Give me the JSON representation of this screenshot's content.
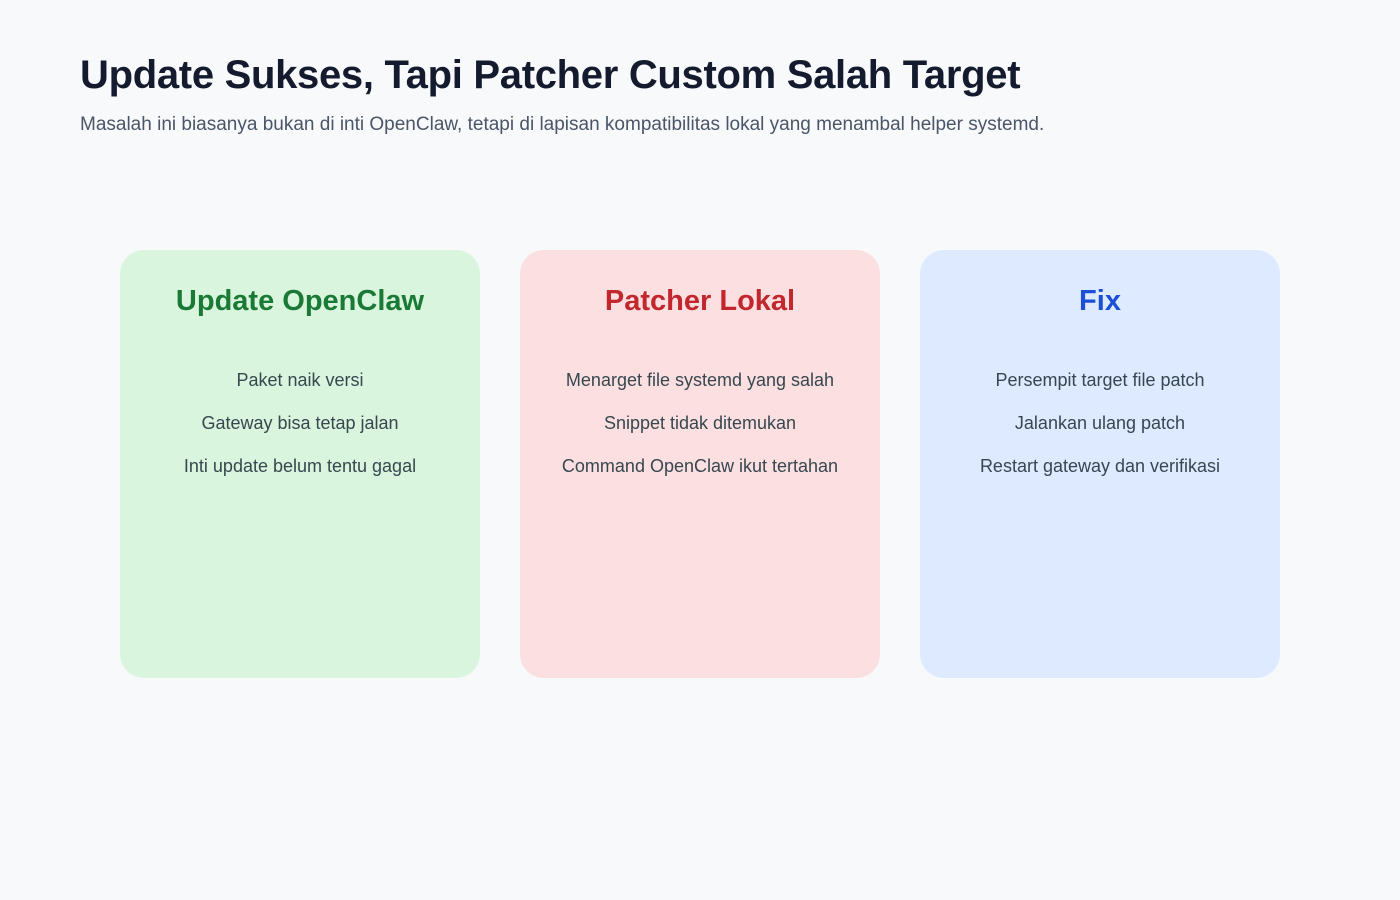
{
  "header": {
    "title": "Update Sukses, Tapi Patcher Custom Salah Target",
    "subtitle": "Masalah ini biasanya bukan di inti OpenClaw, tetapi di lapisan kompatibilitas lokal yang menambal helper systemd."
  },
  "theme": {
    "page_background": "#f8f9fb",
    "title_color": "#151b2e",
    "subtitle_color": "#4a5568",
    "body_text_color": "#37474f"
  },
  "cards": [
    {
      "id": "update-openclaw",
      "title": "Update OpenClaw",
      "accent_color": "#1a7a35",
      "background_color": "#d9f5de",
      "items": [
        "Paket naik versi",
        "Gateway bisa tetap jalan",
        "Inti update belum tentu gagal"
      ]
    },
    {
      "id": "patcher-lokal",
      "title": "Patcher Lokal",
      "accent_color": "#c1272d",
      "background_color": "#fcdfe0",
      "items": [
        "Menarget file systemd yang salah",
        "Snippet tidak ditemukan",
        "Command OpenClaw ikut tertahan"
      ]
    },
    {
      "id": "fix",
      "title": "Fix",
      "accent_color": "#1a4fd6",
      "background_color": "#ddeaff",
      "items": [
        "Persempit target file patch",
        "Jalankan ulang patch",
        "Restart gateway dan verifikasi"
      ]
    }
  ]
}
